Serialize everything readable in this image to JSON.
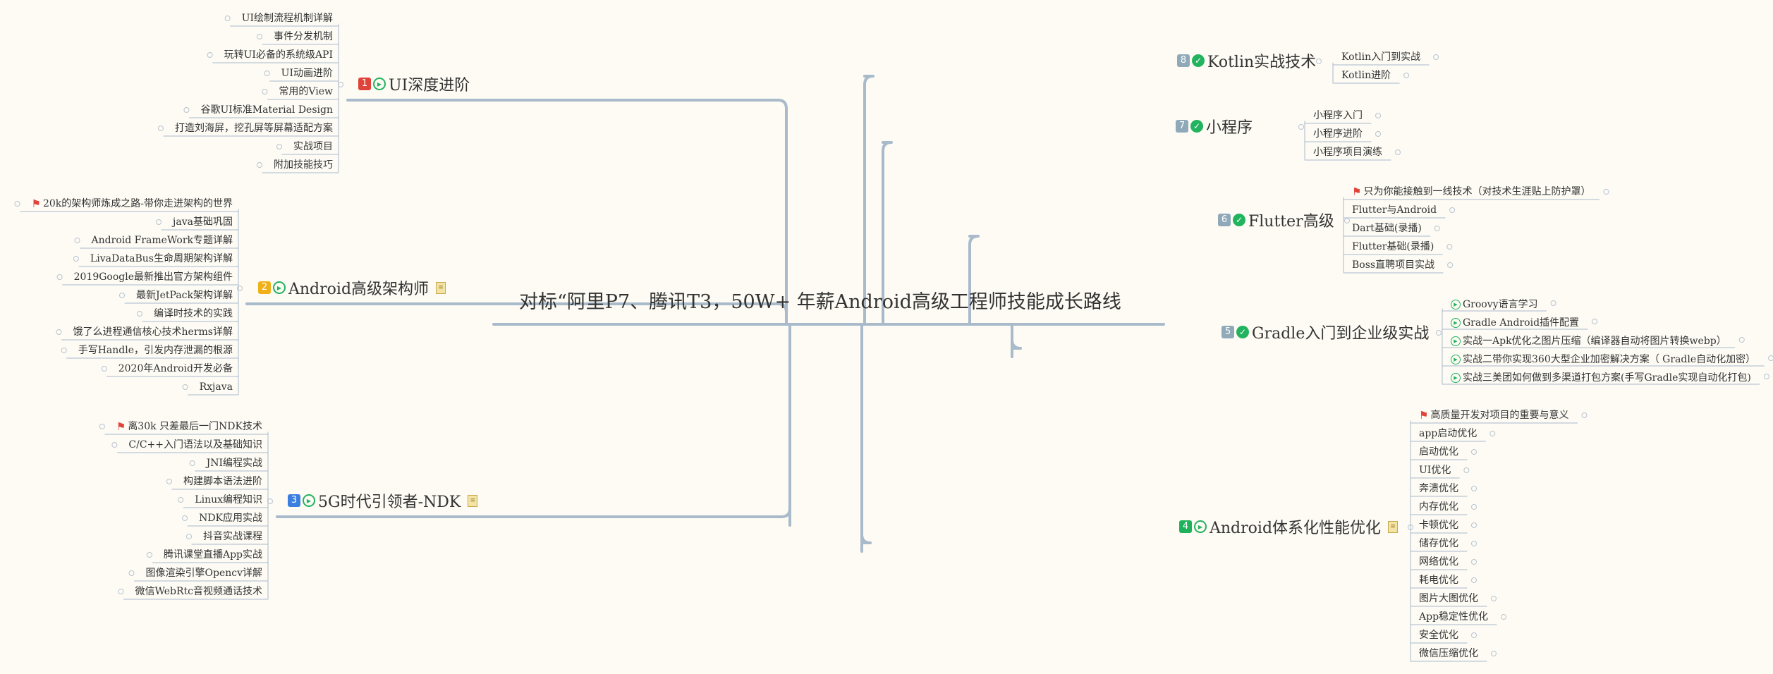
{
  "center": {
    "label": "对标“阿里P7、腾讯T3，50W+ 年薪Android高级工程师技能成长路线"
  },
  "colors": {
    "line": "#a9bacb",
    "num_red": "#e0433a",
    "num_yellow": "#f0b019",
    "num_blue": "#3a7ee0",
    "num_green": "#1fb25a",
    "num_gray": "#8fa9b9",
    "check": "#22b35f"
  },
  "branches": [
    {
      "id": "b1",
      "num": "1",
      "num_color": "#e0433a",
      "icons": [
        "play-icon"
      ],
      "note": false,
      "label": "UI深度进阶",
      "leaves": [
        {
          "text": "UI绘制流程机制详解"
        },
        {
          "text": "事件分发机制"
        },
        {
          "text": "玩转UI必备的系统级API"
        },
        {
          "text": "UI动画进阶"
        },
        {
          "text": "常用的View"
        },
        {
          "text": "谷歌UI标准Material Design"
        },
        {
          "text": "打造刘海屏，挖孔屏等屏幕适配方案"
        },
        {
          "text": "实战项目"
        },
        {
          "text": "附加技能技巧"
        }
      ]
    },
    {
      "id": "b2",
      "num": "2",
      "num_color": "#f0b019",
      "icons": [
        "play-icon"
      ],
      "note": true,
      "label": "Android高级架构师",
      "leaves": [
        {
          "text": "20k的架构师炼成之路-带你走进架构的世界",
          "flag": true
        },
        {
          "text": "java基础巩固"
        },
        {
          "text": "Android FrameWork专题详解"
        },
        {
          "text": "LivaDataBus生命周期架构详解"
        },
        {
          "text": "2019Google最新推出官方架构组件"
        },
        {
          "text": "最新JetPack架构详解"
        },
        {
          "text": "编译时技术的实践"
        },
        {
          "text": "饿了么进程通信核心技术herms详解"
        },
        {
          "text": "手写Handle，引发内存泄漏的根源"
        },
        {
          "text": "2020年Android开发必备"
        },
        {
          "text": "Rxjava"
        }
      ]
    },
    {
      "id": "b3",
      "num": "3",
      "num_color": "#3a7ee0",
      "icons": [
        "play-icon"
      ],
      "note": true,
      "label": "5G时代引领者-NDK",
      "leaves": [
        {
          "text": "离30k 只差最后一门NDK技术",
          "flag": true
        },
        {
          "text": "C/C++入门语法以及基础知识"
        },
        {
          "text": "JNI编程实战"
        },
        {
          "text": "构建脚本语法进阶"
        },
        {
          "text": "Linux编程知识"
        },
        {
          "text": "NDK应用实战"
        },
        {
          "text": "抖音实战课程"
        },
        {
          "text": "腾讯课堂直播App实战"
        },
        {
          "text": "图像渲染引擎Opencv详解"
        },
        {
          "text": "微信WebRtc音视频通话技术"
        }
      ]
    },
    {
      "id": "b4",
      "num": "4",
      "num_color": "#1fb25a",
      "icons": [
        "play-icon"
      ],
      "note": true,
      "label": "Android体系化性能优化",
      "leaves": [
        {
          "text": "高质量开发对项目的重要与意义",
          "flag": true
        },
        {
          "text": "app启动优化"
        },
        {
          "text": "启动优化"
        },
        {
          "text": "UI优化"
        },
        {
          "text": "奔溃优化"
        },
        {
          "text": "内存优化"
        },
        {
          "text": "卡顿优化"
        },
        {
          "text": "储存优化"
        },
        {
          "text": "网络优化"
        },
        {
          "text": "耗电优化"
        },
        {
          "text": "图片大图优化"
        },
        {
          "text": "App稳定性优化"
        },
        {
          "text": "安全优化"
        },
        {
          "text": "微信压缩优化"
        }
      ]
    },
    {
      "id": "b5",
      "num": "5",
      "num_color": "#8fa9b9",
      "icons": [
        "check-icon"
      ],
      "note": false,
      "label": "Gradle入门到企业级实战",
      "leaves": [
        {
          "text": "Groovy语言学习",
          "play": true
        },
        {
          "text": "Gradle  Android插件配置",
          "play": true
        },
        {
          "text": "实战一Apk优化之图片压缩（编译器自动将图片转换webp）",
          "play": true
        },
        {
          "text": "实战二带你实现360大型企业加密解决方案（ Gradle自动化加密）",
          "play": true
        },
        {
          "text": "实战三美团如何做到多渠道打包方案(手写Gradle实现自动化打包)",
          "play": true
        }
      ]
    },
    {
      "id": "b6",
      "num": "6",
      "num_color": "#8fa9b9",
      "icons": [
        "check-icon"
      ],
      "note": false,
      "label": "Flutter高级",
      "leaves": [
        {
          "text": "只为你能接触到一线技术（对技术生涯贴上防护罩）",
          "flag": true
        },
        {
          "text": "Flutter与Android"
        },
        {
          "text": "Dart基础(录播)"
        },
        {
          "text": "Flutter基础(录播)"
        },
        {
          "text": "Boss直聘项目实战"
        }
      ]
    },
    {
      "id": "b7",
      "num": "7",
      "num_color": "#8fa9b9",
      "icons": [
        "check-icon"
      ],
      "note": false,
      "label": "小程序",
      "leaves": [
        {
          "text": "小程序入门"
        },
        {
          "text": "小程序进阶"
        },
        {
          "text": "小程序项目演练"
        }
      ]
    },
    {
      "id": "b8",
      "num": "8",
      "num_color": "#8fa9b9",
      "icons": [
        "check-icon"
      ],
      "note": false,
      "label": "Kotlin实战技术",
      "leaves": [
        {
          "text": "Kotlin入门到实战"
        },
        {
          "text": "Kotlin进阶"
        }
      ]
    }
  ]
}
